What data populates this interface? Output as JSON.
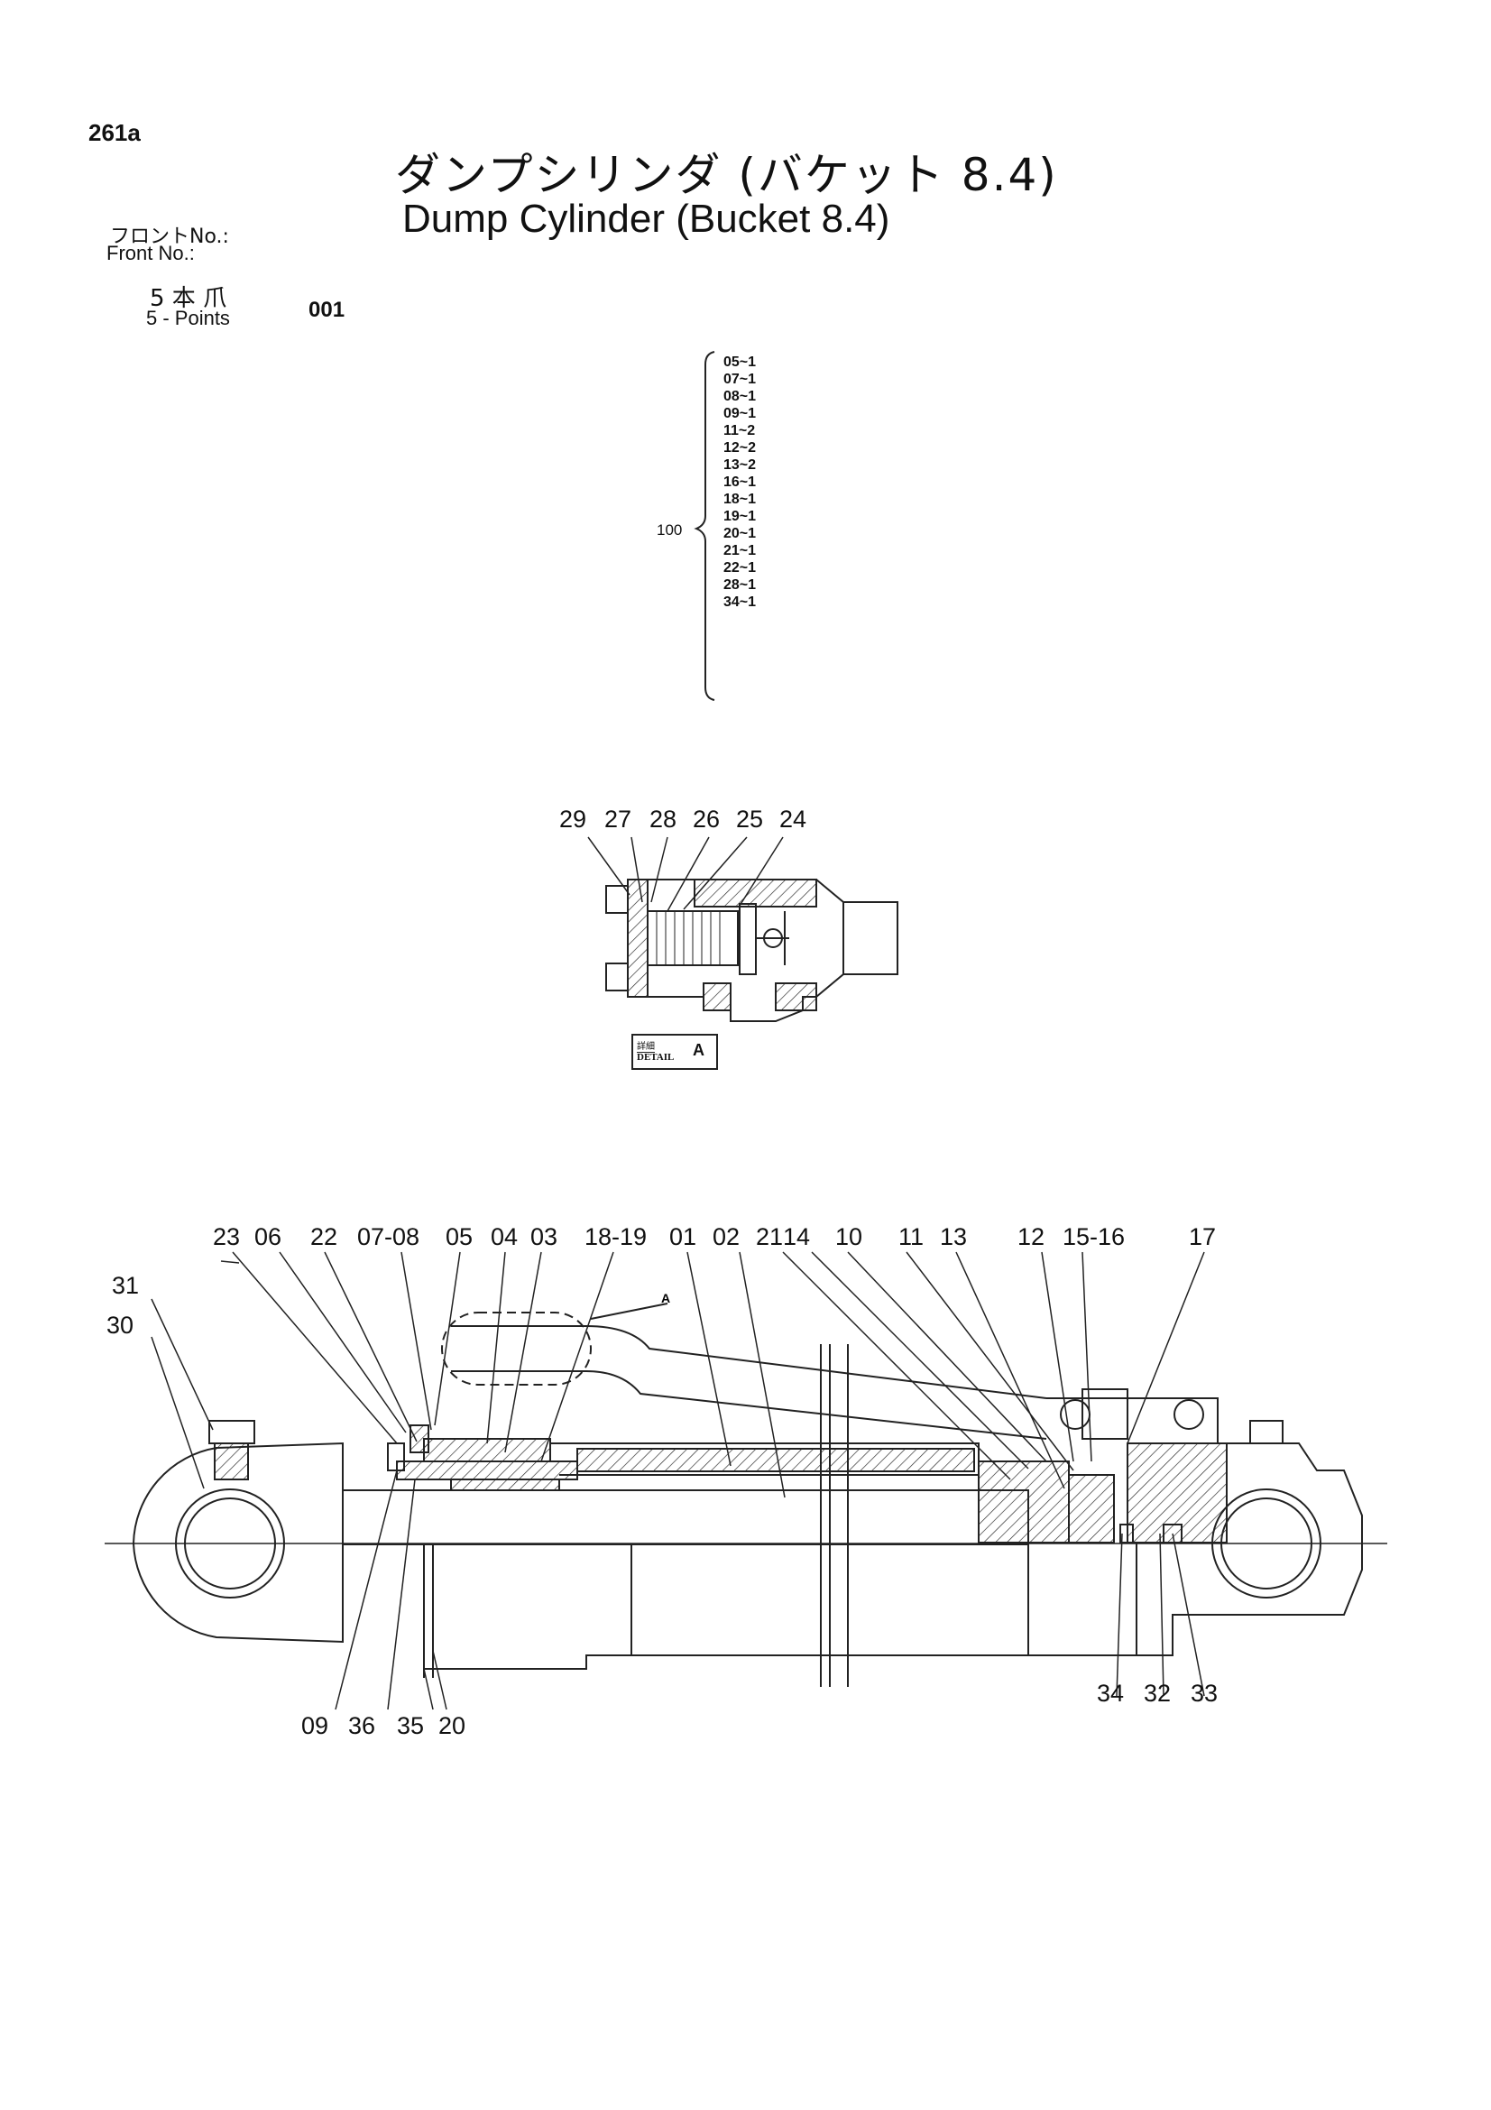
{
  "page_number": "261a",
  "title_jp": "ダンプシリンダ (バケット 8.4)",
  "title_en": "Dump Cylinder (Bucket 8.4)",
  "front_label_jp": "フロントNo.:",
  "front_label_en": "Front No.:",
  "points_jp": "5 本 爪",
  "points_en": "5 - Points",
  "points_code": "001",
  "seal_kit": {
    "label": "100",
    "items": [
      "05~1",
      "07~1",
      "08~1",
      "09~1",
      "11~2",
      "12~2",
      "13~2",
      "16~1",
      "18~1",
      "19~1",
      "20~1",
      "21~1",
      "22~1",
      "28~1",
      "34~1"
    ]
  },
  "detail": {
    "tag_jp": "詳細",
    "tag_en": "DETAIL",
    "letter": "A",
    "callouts": [
      "29",
      "27",
      "28",
      "26",
      "25",
      "24"
    ]
  },
  "main_callouts_top": [
    "23",
    "06",
    "22",
    "07-08",
    "05",
    "04",
    "03",
    "18-19",
    "01",
    "02",
    "21",
    "14",
    "10",
    "11",
    "13",
    "12",
    "15-16",
    "17"
  ],
  "main_callouts_left": [
    "31",
    "30"
  ],
  "main_callouts_bottom_left": [
    "09",
    "36",
    "35",
    "20"
  ],
  "main_callouts_bottom_right": [
    "34",
    "32",
    "33"
  ],
  "section_marker": "A"
}
